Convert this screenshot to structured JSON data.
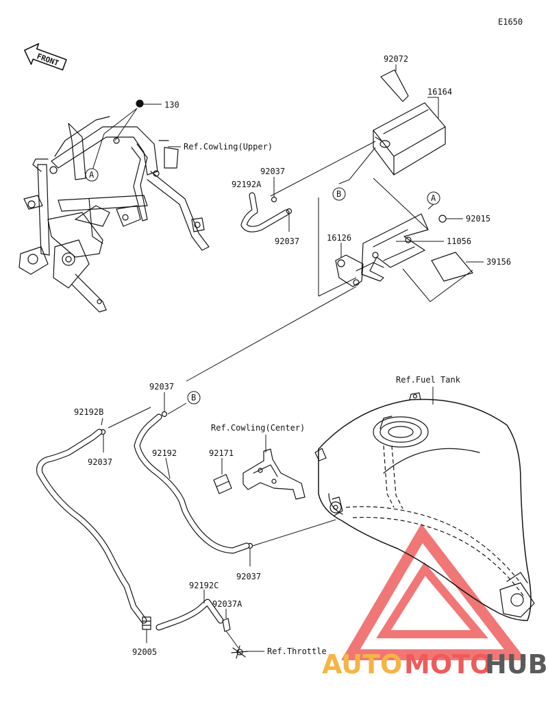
{
  "diagram_code": "E1650",
  "front_label": "FRONT",
  "callouts": {
    "c130": "130",
    "ref_cowling_upper": "Ref.Cowling(Upper)",
    "c92072": "92072",
    "c16164": "16164",
    "c92037_top": "92037",
    "c92192A": "92192A",
    "c92037_mid": "92037",
    "c16126": "16126",
    "c92015": "92015",
    "c11056": "11056",
    "c39156": "39156",
    "c92037_left": "92037",
    "c92192B": "92192B",
    "c92037_b": "92037",
    "c92192": "92192",
    "ref_cowling_center": "Ref.Cowling(Center)",
    "c92171": "92171",
    "ref_fuel_tank": "Ref.Fuel Tank",
    "c92037_low": "92037",
    "c92192C": "92192C",
    "c92037A": "92037A",
    "c92005": "92005",
    "ref_throttle": "Ref.Throttle"
  },
  "markers": {
    "a_left": "A",
    "b_top": "B",
    "a_right": "A",
    "b_low": "B"
  },
  "watermark": {
    "part1": "AUTO",
    "part2": "MOTO",
    "part3": "HUB",
    "color_primary": "#f5b545",
    "color_secondary": "#ef5a5a",
    "color_dark": "#5a5a5a"
  }
}
